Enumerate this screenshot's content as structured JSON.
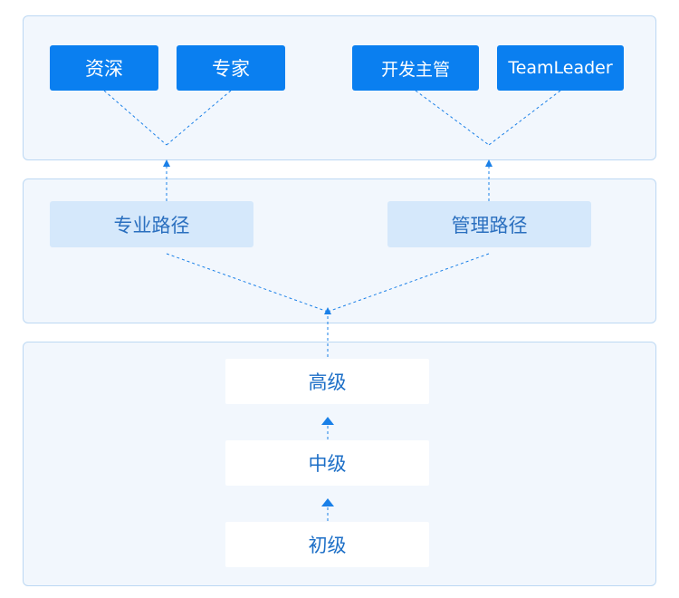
{
  "top": {
    "professional": [
      "资深",
      "专家"
    ],
    "management": [
      "开发主管",
      "TeamLeader"
    ]
  },
  "paths": {
    "professional": "专业路径",
    "management": "管理路径"
  },
  "levels": {
    "senior": "高级",
    "intermediate": "中级",
    "junior": "初级"
  },
  "colors": {
    "accent": "#0a7ff0",
    "panel_bg": "#f2f7fd",
    "panel_border": "#bcd8f3",
    "path_bg": "#d5e8fb",
    "connector": "#1a80e8"
  }
}
